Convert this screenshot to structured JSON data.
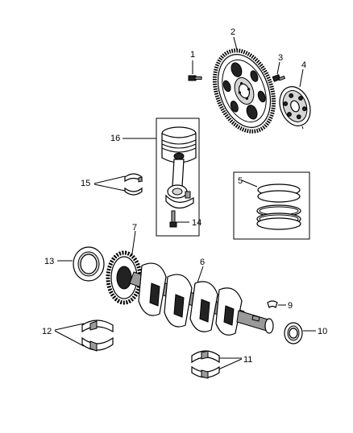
{
  "callouts": {
    "c1": "1",
    "c2": "2",
    "c3": "3",
    "c4": "4",
    "c5": "5",
    "c6": "6",
    "c7": "7",
    "c9": "9",
    "c10": "10",
    "c11": "11",
    "c12": "12",
    "c13": "13",
    "c14": "14",
    "c15": "15",
    "c16": "16"
  }
}
